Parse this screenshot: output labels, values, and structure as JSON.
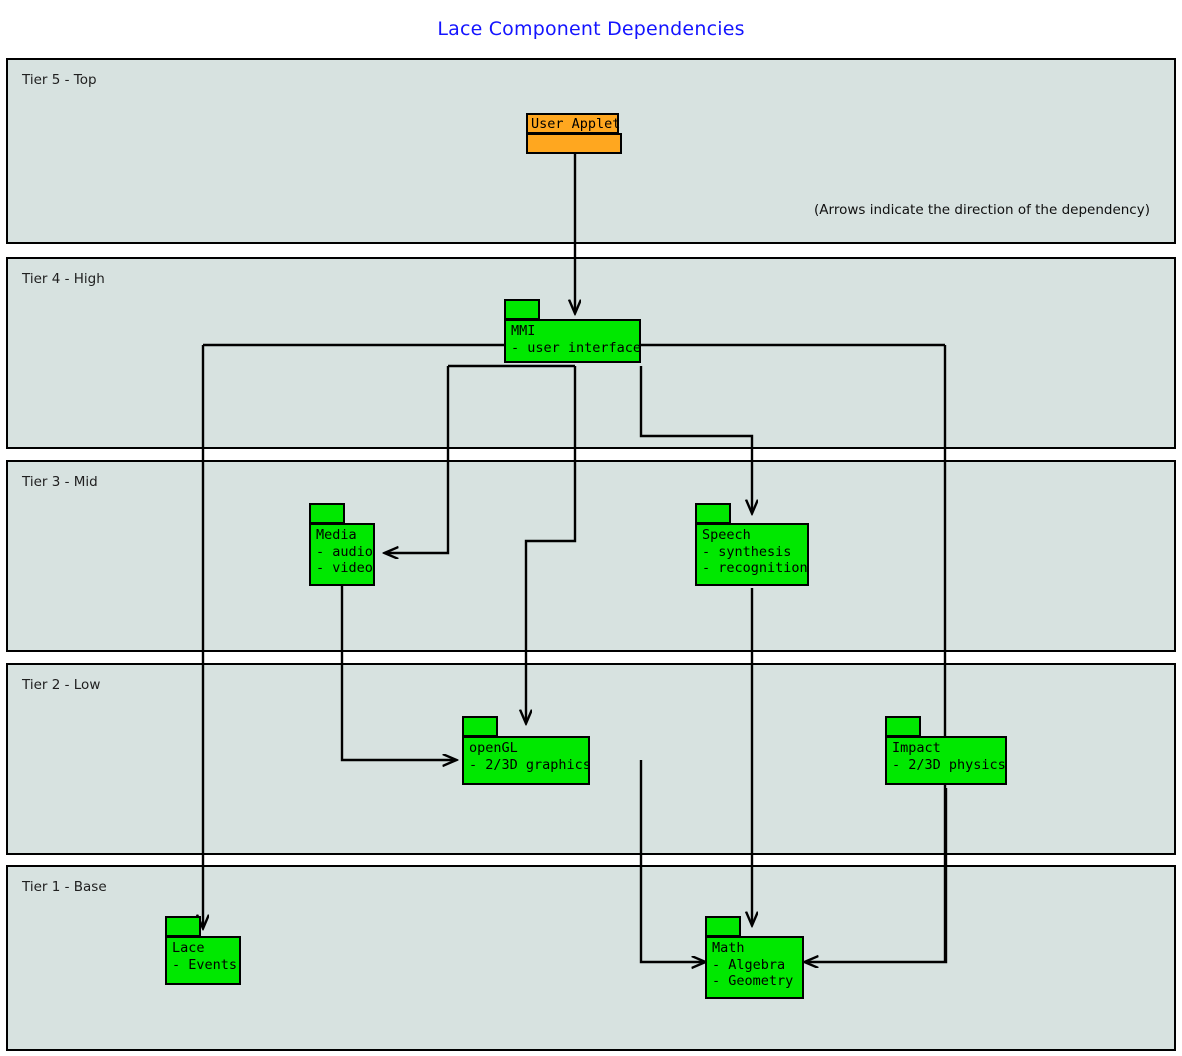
{
  "title": "Lace Component Dependencies",
  "note": "(Arrows indicate the direction of the dependency)",
  "colors": {
    "title": "#1414ff",
    "tier_fill": "#d7e2e0",
    "package_fill": "#00e800",
    "applet_fill": "#ffa71f",
    "stroke": "#000000"
  },
  "tiers": [
    {
      "id": "tier5",
      "label": "Tier 5 - Top"
    },
    {
      "id": "tier4",
      "label": "Tier 4 - High"
    },
    {
      "id": "tier3",
      "label": "Tier 3 - Mid"
    },
    {
      "id": "tier2",
      "label": "Tier 2 - Low"
    },
    {
      "id": "tier1",
      "label": "Tier 1 - Base"
    }
  ],
  "packages": [
    {
      "id": "user-applet",
      "tier": "Tier 5 - Top",
      "name": "User Applet",
      "items": []
    },
    {
      "id": "mmi",
      "tier": "Tier 4 - High",
      "name": "MMI",
      "items": [
        "- user interface"
      ],
      "line1": "MMI",
      "line2": "- user interface"
    },
    {
      "id": "media",
      "tier": "Tier 3 - Mid",
      "name": "Media",
      "items": [
        "- audio",
        "- video"
      ],
      "line1": "Media",
      "line2": "- audio",
      "line3": "- video"
    },
    {
      "id": "speech",
      "tier": "Tier 3 - Mid",
      "name": "Speech",
      "items": [
        "- synthesis",
        "- recognition"
      ],
      "line1": "Speech",
      "line2": "- synthesis",
      "line3": "- recognition"
    },
    {
      "id": "opengl",
      "tier": "Tier 2 - Low",
      "name": "openGL",
      "items": [
        "- 2/3D graphics"
      ],
      "line1": "openGL",
      "line2": "- 2/3D graphics"
    },
    {
      "id": "impact",
      "tier": "Tier 2 - Low",
      "name": "Impact",
      "items": [
        "- 2/3D physics"
      ],
      "line1": "Impact",
      "line2": "- 2/3D physics"
    },
    {
      "id": "lace",
      "tier": "Tier 1 - Base",
      "name": "Lace",
      "items": [
        "- Events"
      ],
      "line1": "Lace",
      "line2": "- Events"
    },
    {
      "id": "math",
      "tier": "Tier 1 - Base",
      "name": "Math",
      "items": [
        "- Algebra",
        "- Geometry"
      ],
      "line1": "Math",
      "line2": "- Algebra",
      "line3": "- Geometry"
    }
  ],
  "dependencies": [
    {
      "from": "User Applet",
      "to": "MMI"
    },
    {
      "from": "MMI",
      "to": "Media"
    },
    {
      "from": "MMI",
      "to": "Speech"
    },
    {
      "from": "MMI",
      "to": "openGL"
    },
    {
      "from": "MMI",
      "to": "Lace"
    },
    {
      "from": "MMI",
      "to": "Math"
    },
    {
      "from": "Media",
      "to": "openGL"
    },
    {
      "from": "Speech",
      "to": "Math"
    },
    {
      "from": "openGL",
      "to": "Math"
    },
    {
      "from": "Impact",
      "to": "Math"
    }
  ]
}
